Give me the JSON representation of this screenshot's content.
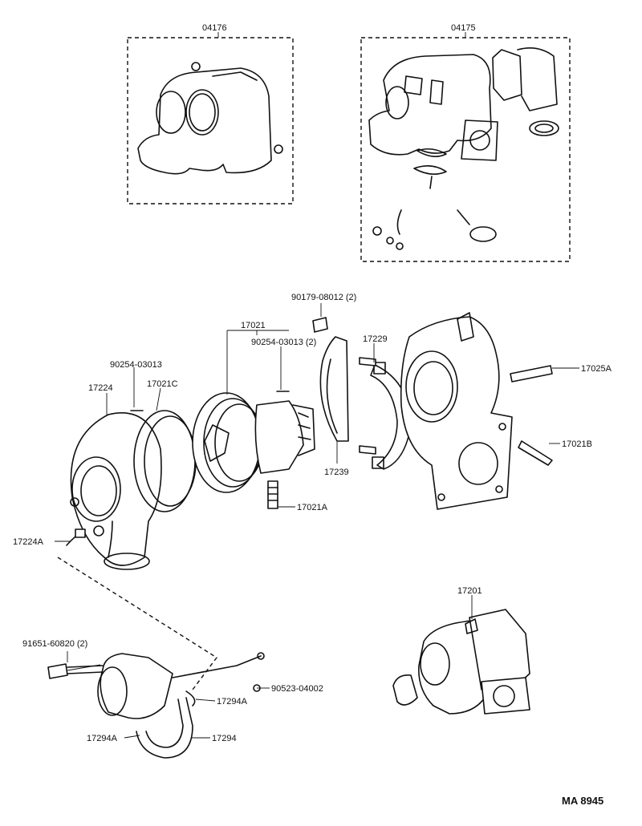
{
  "figure_code": "MA  8945",
  "kits": [
    {
      "part_no": "04176"
    },
    {
      "part_no": "04175"
    }
  ],
  "parts": {
    "p_90179": "90179-08012 (2)",
    "p_17021": "17021",
    "p_90254_03013_2": "90254-03013 (2)",
    "p_17229": "17229",
    "p_90254_03013": "90254-03013",
    "p_17021C": "17021C",
    "p_17224": "17224",
    "p_17025A": "17025A",
    "p_17021B": "17021B",
    "p_17239": "17239",
    "p_17021A": "17021A",
    "p_17224A": "17224A",
    "p_17201": "17201",
    "p_91651": "91651-60820 (2)",
    "p_90523": "90523-04002",
    "p_17294A_1": "17294A",
    "p_17294A_2": "17294A",
    "p_17294": "17294"
  }
}
